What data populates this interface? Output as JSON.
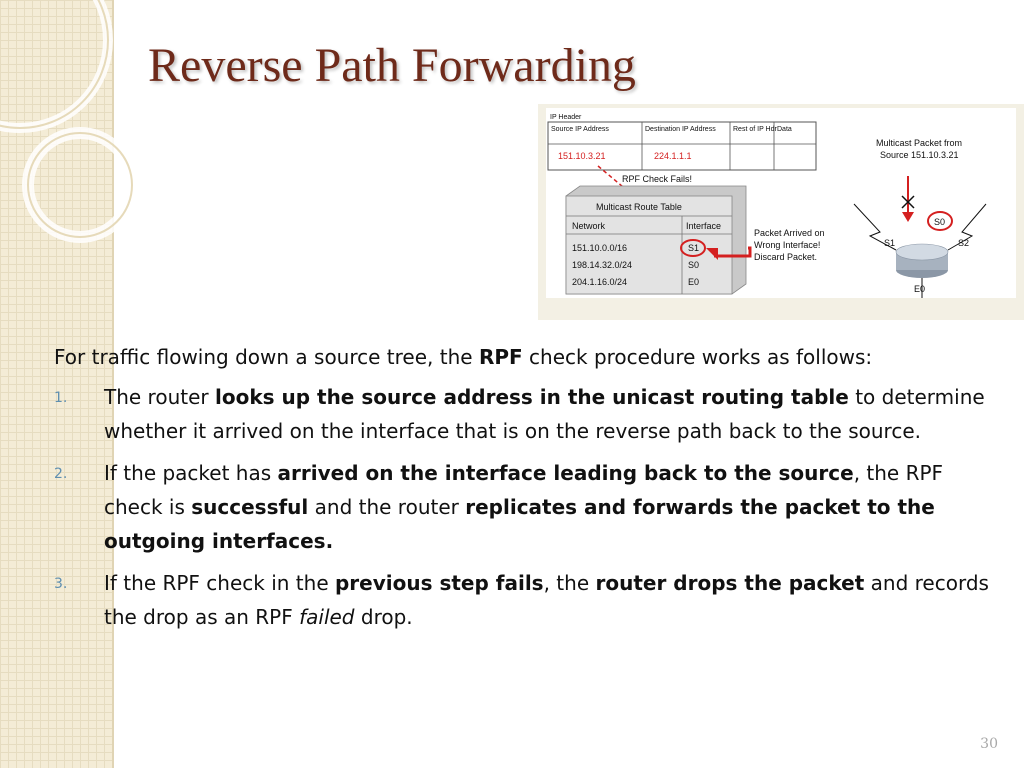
{
  "slide": {
    "title": "Reverse Path Forwarding",
    "page_number": "30"
  },
  "figure": {
    "ip_header": {
      "label": "IP Header",
      "columns": [
        "Source IP Address",
        "Destination IP Address",
        "Rest of IP Hdr",
        "Data"
      ],
      "values": [
        "151.10.3.21",
        "224.1.1.1",
        "",
        ""
      ]
    },
    "rpf_check_label": "RPF Check Fails!",
    "route_table": {
      "title": "Multicast Route Table",
      "columns": [
        "Network",
        "Interface"
      ],
      "rows": [
        [
          "151.10.0.0/16",
          "S1"
        ],
        [
          "198.14.32.0/24",
          "S0"
        ],
        [
          "204.1.16.0/24",
          "E0"
        ]
      ]
    },
    "packet_note": [
      "Packet Arrived on",
      "Wrong Interface!",
      "Discard Packet."
    ],
    "router_caption": [
      "Multicast Packet from",
      "Source 151.10.3.21"
    ],
    "interfaces": {
      "s0": "S0",
      "s1": "S1",
      "s2": "S2",
      "e0": "E0"
    }
  },
  "body": {
    "intro": {
      "pre": "For traffic flowing down a source tree, the ",
      "bold": "RPF",
      "post": " check procedure works as follows:"
    },
    "steps": [
      {
        "num": "1.",
        "t1": "The router ",
        "b1": "looks up the source address in the unicast routing table",
        "t2": " to determine whether it arrived on the interface that is on the reverse path back to the source."
      },
      {
        "num": "2.",
        "t1": "If the packet has ",
        "b1": "arrived on the interface leading back to the source",
        "t2": ", the RPF check is ",
        "b2": "successful",
        "t3": " and the router ",
        "b3": "replicates and forwards the packet to the outgoing interfaces."
      },
      {
        "num": "3.",
        "t1": "If the RPF check in the ",
        "b1": "previous step fails",
        "t2": ", the ",
        "b2": "router drops the packet",
        "t3": " and records the drop as an RPF ",
        "i1": "failed",
        "t4": " drop."
      }
    ]
  },
  "colors": {
    "title": "#6e2a1a",
    "accent_red": "#d42020",
    "step_number": "#5f8fb0",
    "sidebar": "#f4ecd6"
  }
}
